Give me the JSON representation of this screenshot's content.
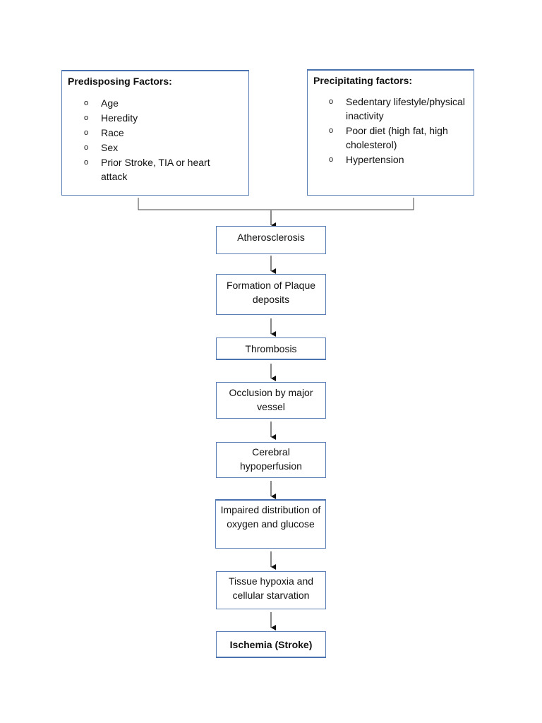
{
  "predisposing": {
    "title": "Predisposing Factors:",
    "bullet": "o",
    "items": [
      "Age",
      "Heredity",
      "Race",
      "Sex",
      "Prior Stroke, TIA or heart attack"
    ]
  },
  "precipitating": {
    "title": "Precipitating factors:",
    "bullet": "o",
    "items": [
      "Sedentary lifestyle/physical inactivity",
      "Poor diet (high fat, high cholesterol)",
      "Hypertension"
    ]
  },
  "steps": [
    {
      "text": "Atherosclerosis"
    },
    {
      "text": "Formation of Plaque deposits"
    },
    {
      "text": "Thrombosis"
    },
    {
      "text": "Occlusion by major vessel"
    },
    {
      "text": "Cerebral hypoperfusion"
    },
    {
      "text": "Impaired distribution of oxygen and glucose"
    },
    {
      "text": "Tissue hypoxia and cellular starvation"
    },
    {
      "text": "Ischemia (Stroke)"
    }
  ]
}
